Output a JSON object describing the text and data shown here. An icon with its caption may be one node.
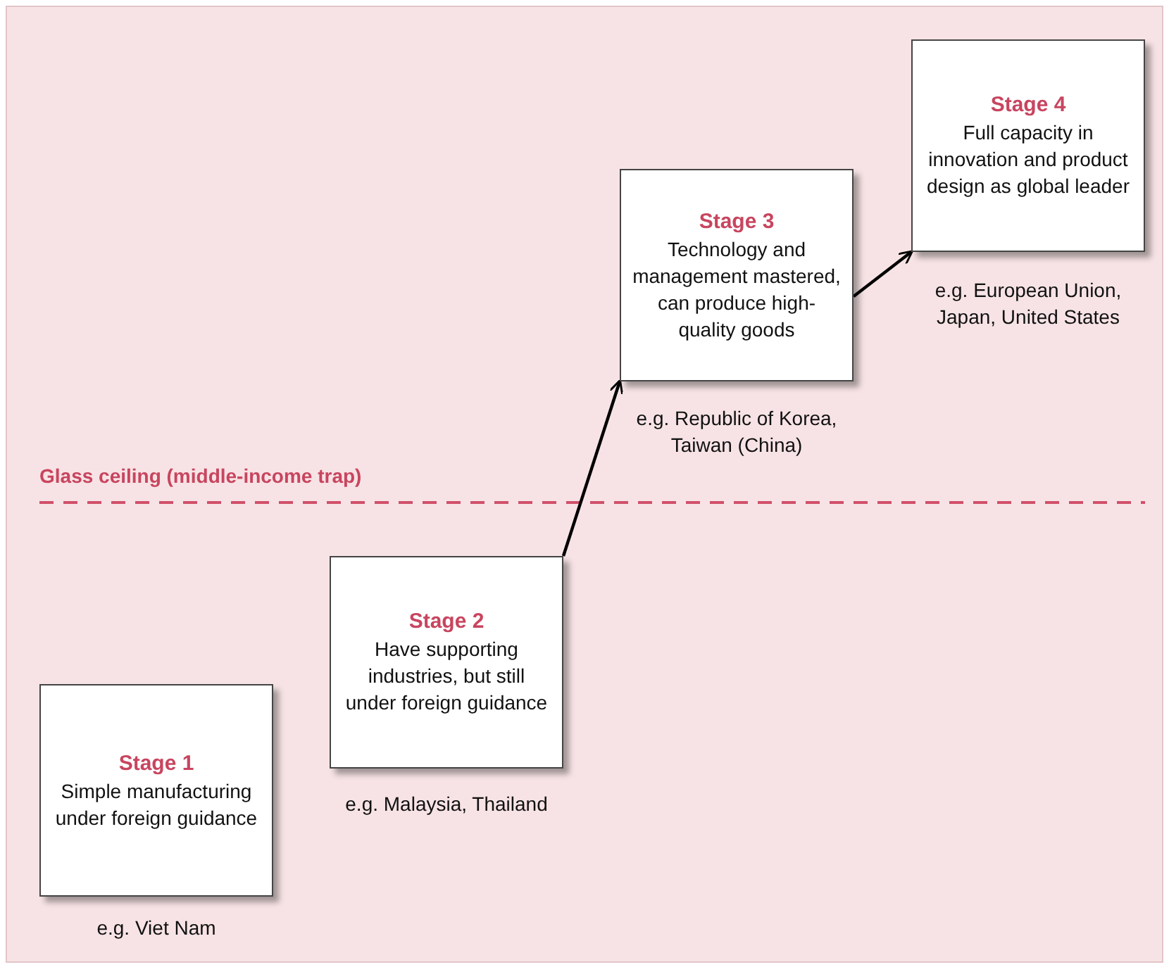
{
  "diagram": {
    "nodes": [
      {
        "text": [
          "Stage 1",
          "Simple manufacturing under foreign guidance"
        ],
        "beside": [
          "e.g. Viet Nam"
        ]
      },
      {
        "text": [
          "Stage 2",
          "Have supporting industries, but still under foreign guidance"
        ],
        "beside": [
          "e.g. Malaysia, Thailand"
        ]
      },
      {
        "text": [
          "Stage 3",
          "Technology and management mastered, can produce high-quality goods"
        ],
        "beside": [
          "e.g. Republic of Korea, Taiwan (China)"
        ]
      },
      {
        "text": [
          "Stage 4",
          "Full capacity in innovation and product design as global leader"
        ],
        "beside": [
          "e.g. European Union, Japan, United States"
        ]
      }
    ],
    "edges": [
      {
        "from": 1,
        "to": 2,
        "arrow": "to"
      },
      {
        "from": 2,
        "to": 3,
        "arrow": "to"
      }
    ],
    "labels": [
      "Glass ceiling (middle-income trap)"
    ]
  }
}
